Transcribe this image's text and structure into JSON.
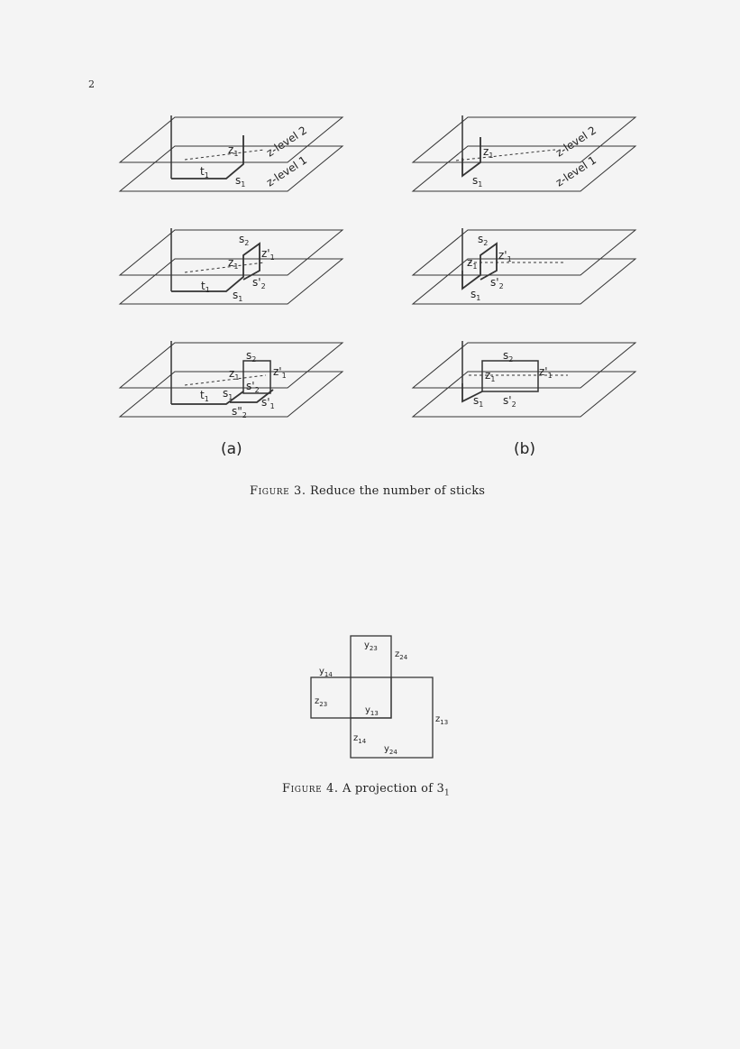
{
  "page_number": "2",
  "figure3": {
    "caption_label": "Figure 3.",
    "caption_text": "Reduce the number of sticks",
    "sub_a": "(a)",
    "sub_b": "(b)",
    "labels": {
      "zlevel1": "z-level 1",
      "zlevel2": "z-level 2",
      "z1": "z",
      "z1p": "z'",
      "s1": "s",
      "s2": "s",
      "s2p": "s'",
      "s1p": "s'",
      "s2pp": "s\"",
      "t1": "t",
      "sub1": "1",
      "sub2": "2"
    }
  },
  "figure4": {
    "caption_label": "Figure 4.",
    "caption_text": "A projection of 3",
    "caption_sub": "1",
    "labels": {
      "y23": "y23",
      "z24": "z24",
      "y14": "y14",
      "z23": "z23",
      "y13": "y13",
      "z13": "z13",
      "z14": "z14",
      "y24": "y24"
    }
  }
}
